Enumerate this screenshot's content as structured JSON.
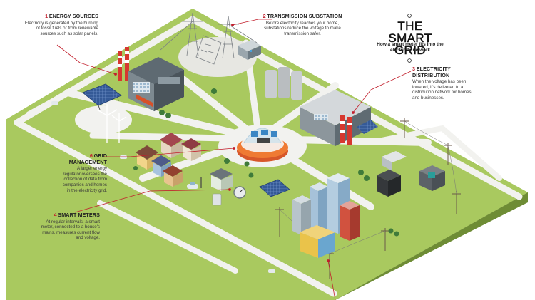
{
  "title": {
    "line1": "THE SMART",
    "line2": "GRID",
    "subtitle": "How a smart meter fits into the electricity network"
  },
  "callouts": [
    {
      "id": "energy-sources",
      "number": "1",
      "heading": "ENERGY SOURCES",
      "body": "Electricity is generated by the burning of fossil fuels or from renewable sources such as solar panels."
    },
    {
      "id": "transmission-substation",
      "number": "2",
      "heading": "TRANSMISSION SUBSTATION",
      "body": "Before electricity reaches your home, substations reduce the voltage to make transmission safer."
    },
    {
      "id": "electricity-distribution",
      "number": "3",
      "heading": "ELECTRICITY DISTRIBUTION",
      "body": "When the voltage has been lowered, it's delivered to a distribution network for homes and businesses."
    },
    {
      "id": "smart-meters",
      "number": "4",
      "heading": "SMART METERS",
      "body": "At regular intervals, a smart meter, connected to a house's mains, measures current flow and voltage."
    },
    {
      "id": "grid-management",
      "number": "6",
      "heading": "GRID MANAGEMENT",
      "body": "A larger energy regulator oversees the collection of data from companies and homes in the electricity grid."
    }
  ],
  "colors": {
    "grass": "#a7c85c",
    "grass_dark": "#8fb04a",
    "ground_side": "#6f8d36",
    "road": "#f1f1ee",
    "accent_red": "#c21f2c",
    "hub_orange": "#e8672a",
    "solar_blue": "#3a5f9e"
  }
}
